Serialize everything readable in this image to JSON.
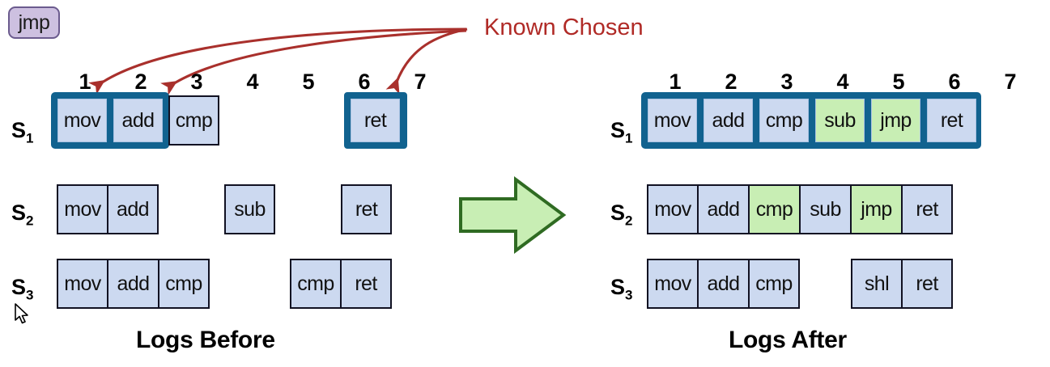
{
  "chip": {
    "label": "jmp"
  },
  "annotation": {
    "label": "Known Chosen",
    "color": "#b02a26",
    "arrow_targets": [
      1,
      2,
      6
    ]
  },
  "colors": {
    "cell_blue": "#ccd9f0",
    "cell_green": "#c8eeb4",
    "chosen_border": "#11628f",
    "chip_fill": "#cdc0e0",
    "chip_border": "#6b5b8e",
    "arrow_fill": "#c8eeb4",
    "arrow_stroke": "#2f6b22",
    "annotation_red": "#b02a26",
    "cell_border": "#111122"
  },
  "panels": [
    {
      "id": "before",
      "caption": "Logs Before",
      "columns": [
        "1",
        "2",
        "3",
        "4",
        "5",
        "6",
        "7"
      ],
      "rows": [
        {
          "label": "S",
          "sub": "1",
          "cells": [
            {
              "col": 1,
              "text": "mov",
              "fill": "blue",
              "chosen": true
            },
            {
              "col": 2,
              "text": "add",
              "fill": "blue",
              "chosen": true
            },
            {
              "col": 3,
              "text": "cmp",
              "fill": "blue",
              "chosen": false
            },
            {
              "col": 4,
              "text": "",
              "fill": "none",
              "chosen": false
            },
            {
              "col": 5,
              "text": "",
              "fill": "none",
              "chosen": false
            },
            {
              "col": 6,
              "text": "ret",
              "fill": "blue",
              "chosen": true
            },
            {
              "col": 7,
              "text": "",
              "fill": "none",
              "chosen": false
            }
          ]
        },
        {
          "label": "S",
          "sub": "2",
          "cells": [
            {
              "col": 1,
              "text": "mov",
              "fill": "blue",
              "chosen": false
            },
            {
              "col": 2,
              "text": "add",
              "fill": "blue",
              "chosen": false
            },
            {
              "col": 3,
              "text": "",
              "fill": "none",
              "chosen": false
            },
            {
              "col": 4,
              "text": "sub",
              "fill": "blue",
              "chosen": false
            },
            {
              "col": 5,
              "text": "",
              "fill": "none",
              "chosen": false
            },
            {
              "col": 6,
              "text": "ret",
              "fill": "blue",
              "chosen": false
            },
            {
              "col": 7,
              "text": "",
              "fill": "none",
              "chosen": false
            }
          ]
        },
        {
          "label": "S",
          "sub": "3",
          "cells": [
            {
              "col": 1,
              "text": "mov",
              "fill": "blue",
              "chosen": false
            },
            {
              "col": 2,
              "text": "add",
              "fill": "blue",
              "chosen": false
            },
            {
              "col": 3,
              "text": "cmp",
              "fill": "blue",
              "chosen": false
            },
            {
              "col": 4,
              "text": "",
              "fill": "none",
              "chosen": false
            },
            {
              "col": 5,
              "text": "cmp",
              "fill": "blue",
              "chosen": false
            },
            {
              "col": 6,
              "text": "ret",
              "fill": "blue",
              "chosen": false
            },
            {
              "col": 7,
              "text": "",
              "fill": "none",
              "chosen": false
            }
          ]
        }
      ]
    },
    {
      "id": "after",
      "caption": "Logs After",
      "columns": [
        "1",
        "2",
        "3",
        "4",
        "5",
        "6",
        "7"
      ],
      "rows": [
        {
          "label": "S",
          "sub": "1",
          "cells": [
            {
              "col": 1,
              "text": "mov",
              "fill": "blue",
              "chosen": true
            },
            {
              "col": 2,
              "text": "add",
              "fill": "blue",
              "chosen": true
            },
            {
              "col": 3,
              "text": "cmp",
              "fill": "blue",
              "chosen": true
            },
            {
              "col": 4,
              "text": "sub",
              "fill": "green",
              "chosen": true
            },
            {
              "col": 5,
              "text": "jmp",
              "fill": "green",
              "chosen": true
            },
            {
              "col": 6,
              "text": "ret",
              "fill": "blue",
              "chosen": true
            },
            {
              "col": 7,
              "text": "",
              "fill": "none",
              "chosen": false
            }
          ]
        },
        {
          "label": "S",
          "sub": "2",
          "cells": [
            {
              "col": 1,
              "text": "mov",
              "fill": "blue",
              "chosen": false
            },
            {
              "col": 2,
              "text": "add",
              "fill": "blue",
              "chosen": false
            },
            {
              "col": 3,
              "text": "cmp",
              "fill": "green",
              "chosen": false
            },
            {
              "col": 4,
              "text": "sub",
              "fill": "blue",
              "chosen": false
            },
            {
              "col": 5,
              "text": "jmp",
              "fill": "green",
              "chosen": false
            },
            {
              "col": 6,
              "text": "ret",
              "fill": "blue",
              "chosen": false
            },
            {
              "col": 7,
              "text": "",
              "fill": "none",
              "chosen": false
            }
          ]
        },
        {
          "label": "S",
          "sub": "3",
          "cells": [
            {
              "col": 1,
              "text": "mov",
              "fill": "blue",
              "chosen": false
            },
            {
              "col": 2,
              "text": "add",
              "fill": "blue",
              "chosen": false
            },
            {
              "col": 3,
              "text": "cmp",
              "fill": "blue",
              "chosen": false
            },
            {
              "col": 4,
              "text": "",
              "fill": "none",
              "chosen": false
            },
            {
              "col": 5,
              "text": "shl",
              "fill": "blue",
              "chosen": false
            },
            {
              "col": 6,
              "text": "ret",
              "fill": "blue",
              "chosen": false
            },
            {
              "col": 7,
              "text": "",
              "fill": "none",
              "chosen": false
            }
          ]
        }
      ]
    }
  ]
}
